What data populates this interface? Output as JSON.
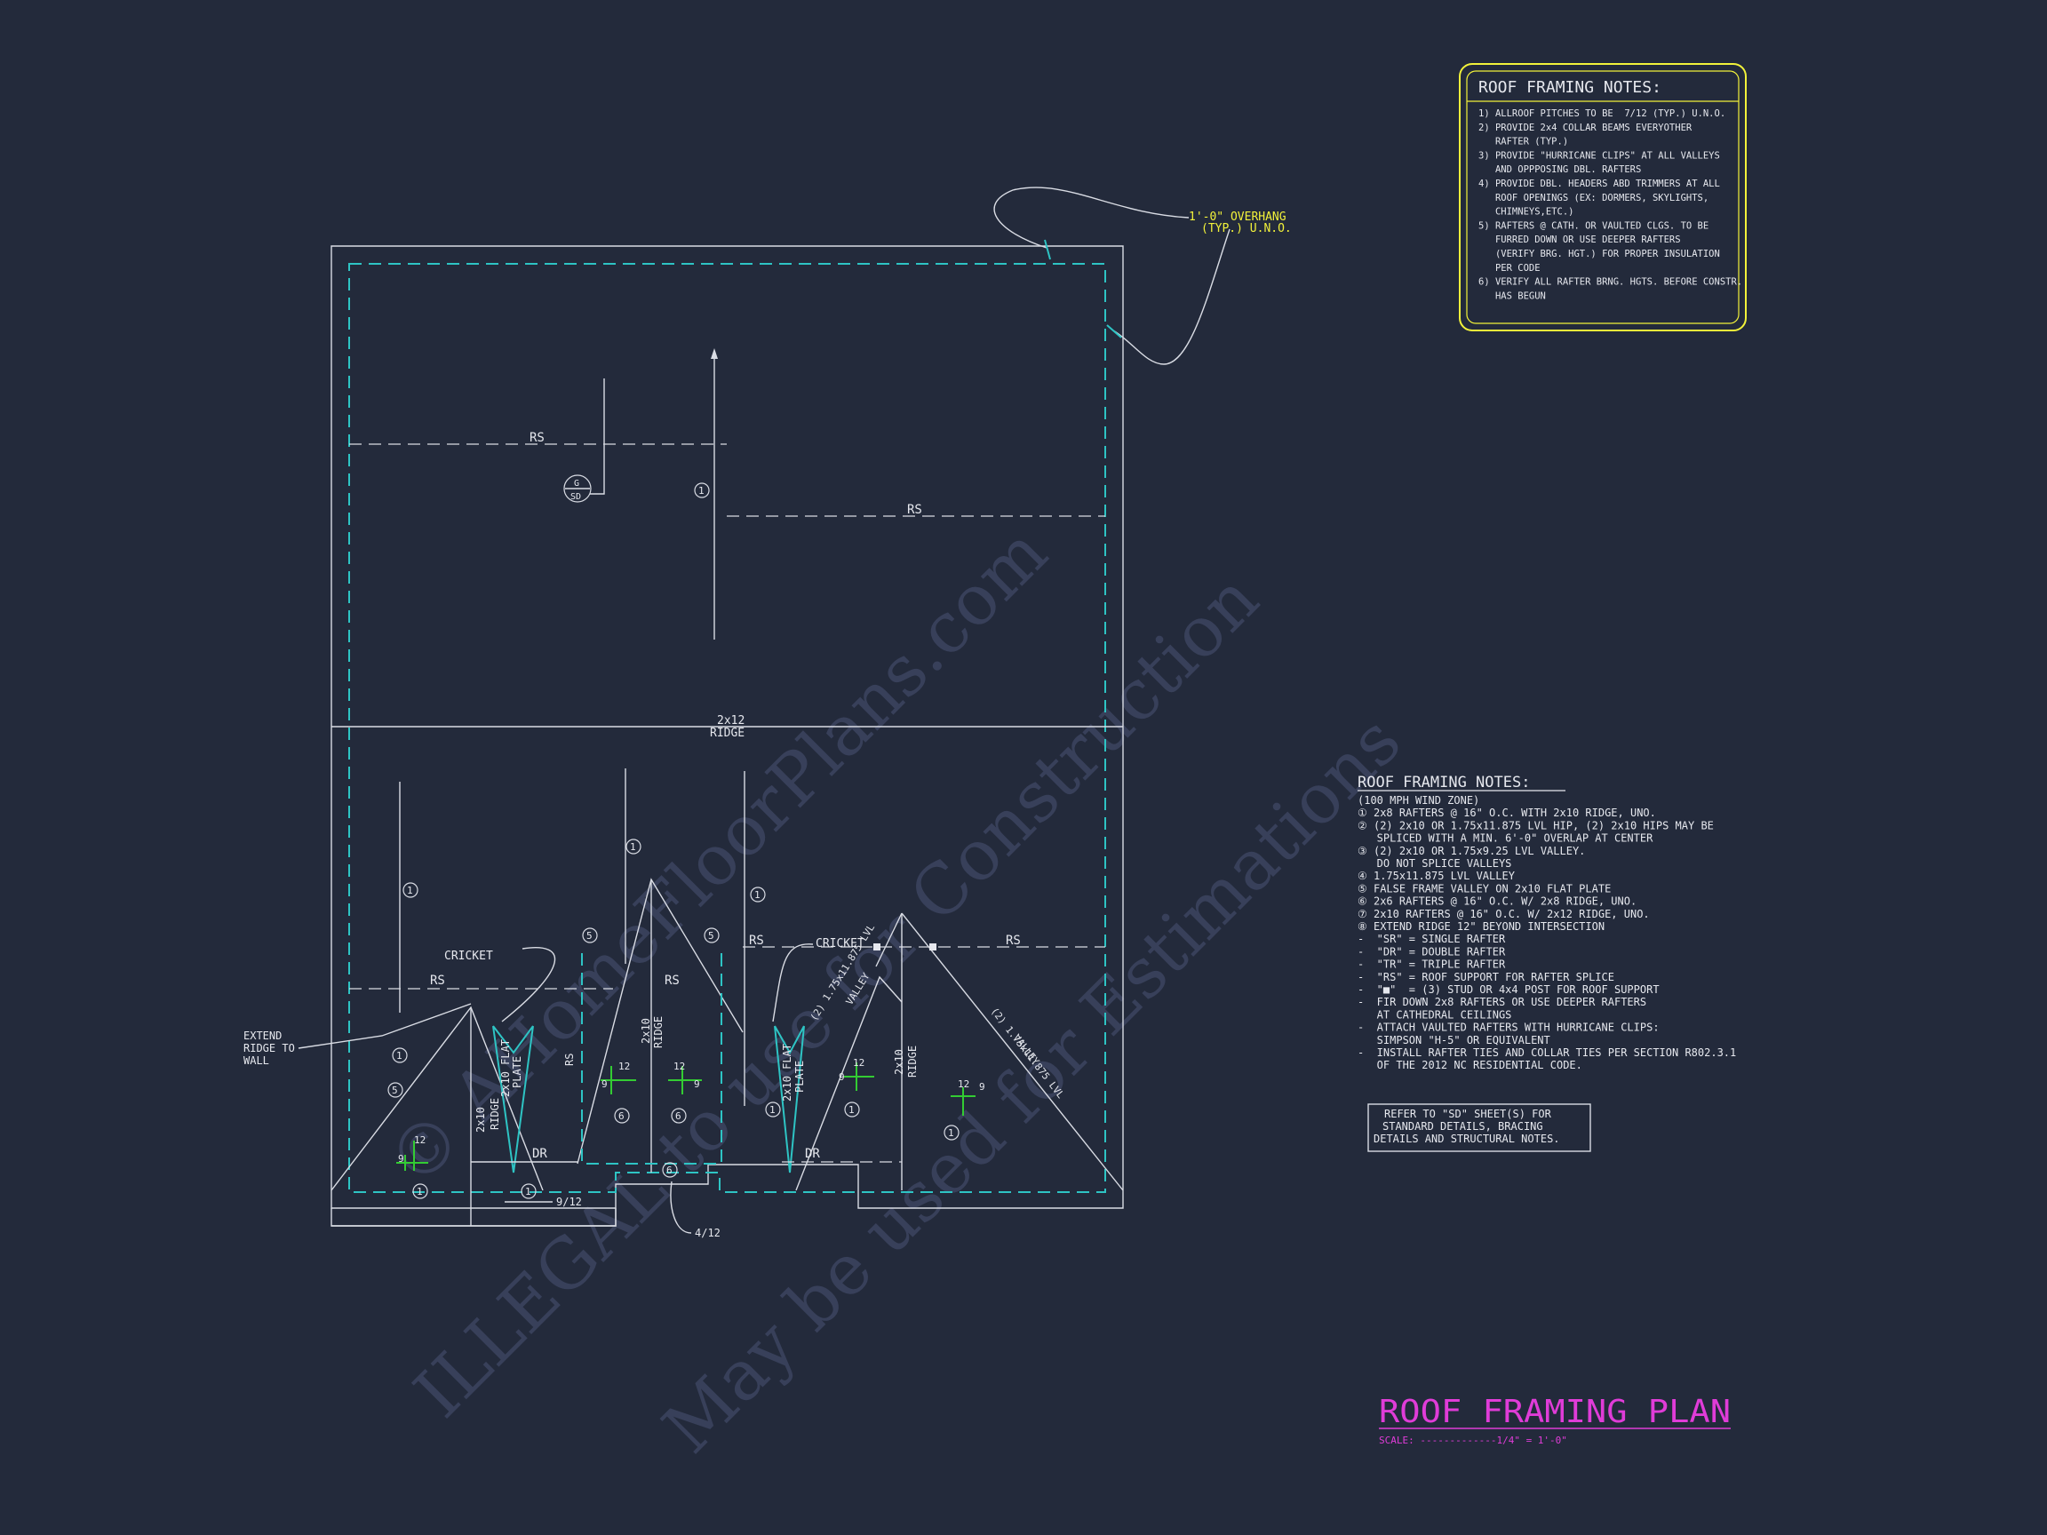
{
  "watermark": {
    "line1": "© AHomeFloorPlans.com",
    "line2": "ILLEGAL to use for Construction",
    "line3": "May be used for Estimations"
  },
  "notes_box": {
    "title": "ROOF FRAMING NOTES:",
    "lines": [
      "1) ALLROOF PITCHES TO BE  7/12 (TYP.) U.N.O.",
      "2) PROVIDE 2x4 COLLAR BEAMS EVERYOTHER",
      "   RAFTER (TYP.)",
      "3) PROVIDE \"HURRICANE CLIPS\" AT ALL VALLEYS",
      "   AND OPPPOSING DBL. RAFTERS",
      "4) PROVIDE DBL. HEADERS ABD TRIMMERS AT ALL",
      "   ROOF OPENINGS (EX: DORMERS, SKYLIGHTS,",
      "   CHIMNEYS,ETC.)",
      "5) RAFTERS @ CATH. OR VAULTED CLGS. TO BE",
      "   FURRED DOWN OR USE DEEPER RAFTERS",
      "   (VERIFY BRG. HGT.) FOR PROPER INSULATION",
      "   PER CODE",
      "6) VERIFY ALL RAFTER BRNG. HGTS. BEFORE CONSTR.",
      "   HAS BEGUN"
    ]
  },
  "overhang_note": {
    "line1": "1'-0\" OVERHANG",
    "line2": "(TYP.) U.N.O."
  },
  "legend": {
    "title": "ROOF FRAMING NOTES:",
    "lines": [
      "(100 MPH WIND ZONE)",
      "① 2x8 RAFTERS @ 16\" O.C. WITH 2x10 RIDGE, UNO.",
      "② (2) 2x10 OR 1.75x11.875 LVL HIP, (2) 2x10 HIPS MAY BE",
      "   SPLICED WITH A MIN. 6'-0\" OVERLAP AT CENTER",
      "③ (2) 2x10 OR 1.75x9.25 LVL VALLEY.",
      "   DO NOT SPLICE VALLEYS",
      "④ 1.75x11.875 LVL VALLEY",
      "⑤ FALSE FRAME VALLEY ON 2x10 FLAT PLATE",
      "⑥ 2x6 RAFTERS @ 16\" O.C. W/ 2x8 RIDGE, UNO.",
      "⑦ 2x10 RAFTERS @ 16\" O.C. W/ 2x12 RIDGE, UNO.",
      "⑧ EXTEND RIDGE 12\" BEYOND INTERSECTION",
      "-  \"SR\" = SINGLE RAFTER",
      "-  \"DR\" = DOUBLE RAFTER",
      "-  \"TR\" = TRIPLE RAFTER",
      "-  \"RS\" = ROOF SUPPORT FOR RAFTER SPLICE",
      "-  \"■\"  = (3) STUD OR 4x4 POST FOR ROOF SUPPORT",
      "-  FIR DOWN 2x8 RAFTERS OR USE DEEPER RAFTERS",
      "   AT CATHEDRAL CEILINGS",
      "-  ATTACH VAULTED RAFTERS WITH HURRICANE CLIPS:",
      "   SIMPSON \"H-5\" OR EQUIVALENT",
      "-  INSTALL RAFTER TIES AND COLLAR TIES PER SECTION R802.3.1",
      "   OF THE 2012 NC RESIDENTIAL CODE."
    ]
  },
  "refer_box": {
    "lines": [
      "REFER TO \"SD\" SHEET(S) FOR",
      "STANDARD DETAILS, BRACING",
      "DETAILS AND STRUCTURAL NOTES."
    ]
  },
  "title_block": {
    "title": "ROOF FRAMING PLAN",
    "scale": "SCALE: -------------1/4\" = 1'-0\""
  },
  "plan_labels": {
    "rs": "RS",
    "ridge_size": "2x12",
    "ridge": "RIDGE",
    "cricket": "CRICKET",
    "dr": "DR",
    "extend_1": "EXTEND",
    "extend_2": "RIDGE TO",
    "extend_3": "WALL",
    "ridge_2x10": "2x10",
    "flat_plate_a": "2x10 FLAT",
    "flat_plate_b": "PLATE",
    "valley_lvl_a": "(2) 1.75x11.875 LVL",
    "valley_b": "VALLEY",
    "pitch_9_12": "9/12",
    "pitch_4_12": "4/12",
    "num_1": "1",
    "num_5": "5",
    "num_6": "6",
    "num_12": "12",
    "num_9": "9",
    "g": "G",
    "sd": "SD"
  },
  "colors": {
    "background": "#232a3b",
    "lines": "#d9dce4",
    "cyan": "#2ec4c4",
    "yellow": "#f2f23a",
    "magenta": "#e03cd8",
    "green": "#33cc33"
  }
}
